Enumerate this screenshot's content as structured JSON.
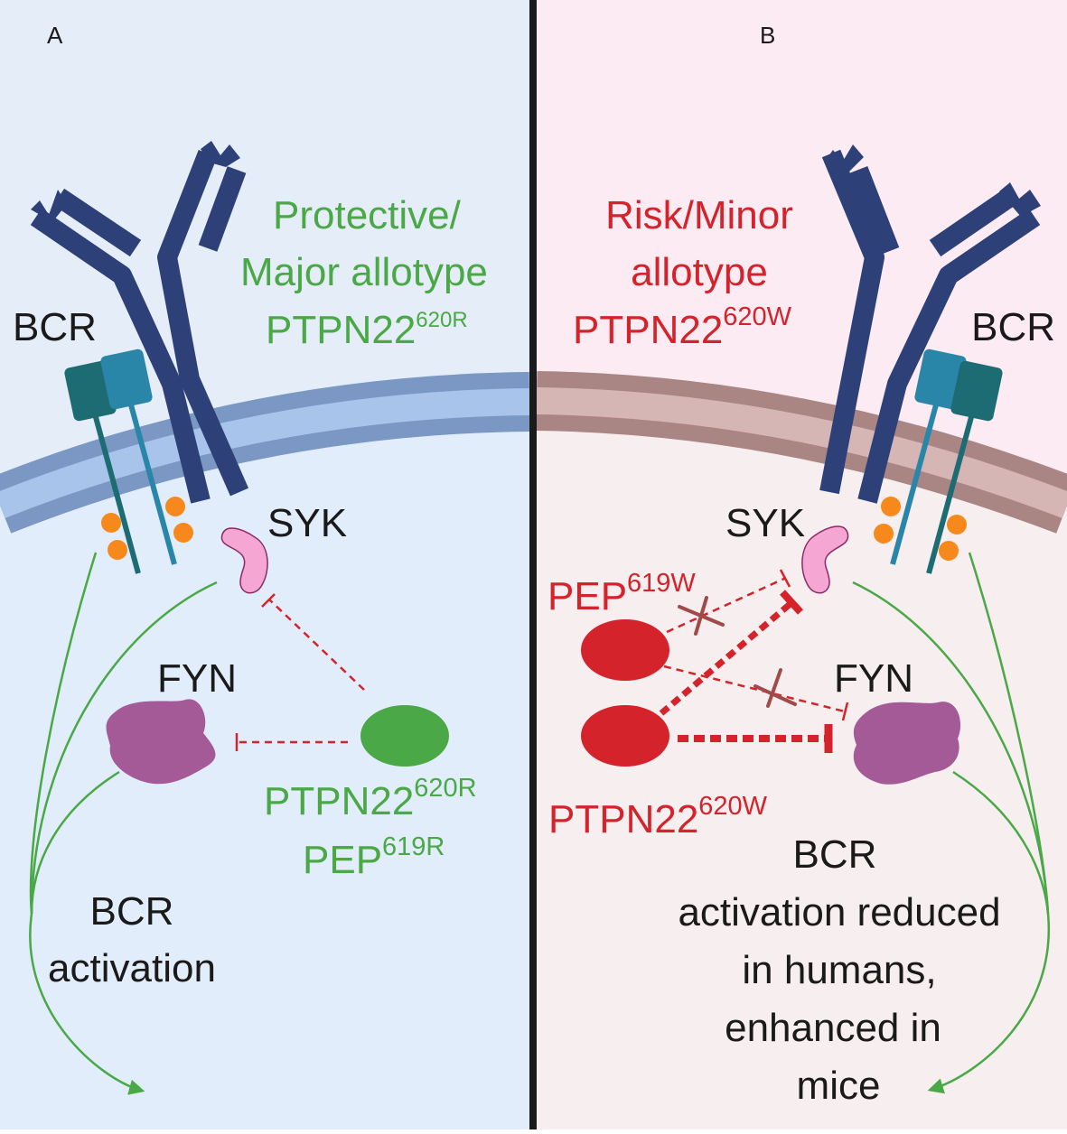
{
  "panels": {
    "a": {
      "letter": "A",
      "bcr": "BCR",
      "syk": "SYK",
      "fyn": "FYN",
      "title_line1": "Protective/",
      "title_line2": "Major allotype",
      "title_line3_base": "PTPN22",
      "title_line3_sup": "620R",
      "enzyme_line1_base": "PTPN22",
      "enzyme_line1_sup": "620R",
      "enzyme_line2_base": "PEP",
      "enzyme_line2_sup": "619R",
      "outcome_line1": "BCR",
      "outcome_line2": "activation"
    },
    "b": {
      "letter": "B",
      "bcr": "BCR",
      "syk": "SYK",
      "fyn": "FYN",
      "title_line1": "Risk/Minor",
      "title_line2": "allotype",
      "title_line3_base": "PTPN22",
      "title_line3_sup": "620W",
      "pep_base": "PEP",
      "pep_sup": "619W",
      "ptpn_base": "PTPN22",
      "ptpn_sup": "620W",
      "outcome_line1": "BCR",
      "outcome_line2": "activation reduced",
      "outcome_line3": "in humans,",
      "outcome_line4": "enhanced in",
      "outcome_line5": "mice"
    }
  },
  "colors": {
    "panel_a_bg": "#e2edfb",
    "panel_a_upper_bg": "#e5edf8",
    "panel_b_bg": "#f6eeef",
    "panel_b_upper_bg": "#fdebf3",
    "membrane_a_outer": "#7a98c3",
    "membrane_a_inner": "#a8c4ea",
    "membrane_b_outer": "#a98584",
    "membrane_b_inner": "#d6b5b5",
    "antibody": "#2d4178",
    "bcr_tail_dark": "#1e6c73",
    "bcr_tail_light": "#2a86a8",
    "phosphate": "#f7891c",
    "syk": "#f6a6d2",
    "fyn": "#a55a98",
    "protective_green": "#4aa846",
    "risk_red": "#d4232a",
    "cross": "#a04a4a",
    "divider": "#1a1a1a",
    "text": "#1a1a1a"
  }
}
